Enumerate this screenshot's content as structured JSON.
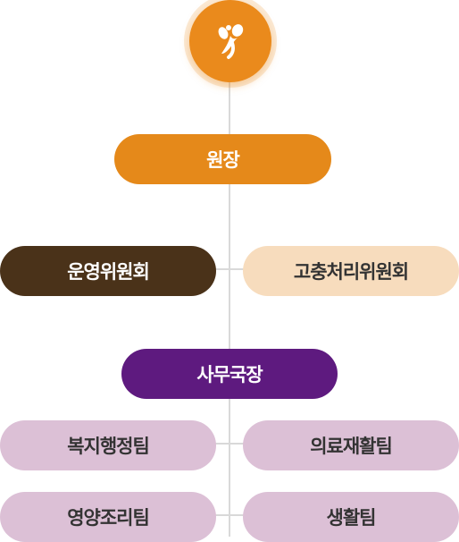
{
  "colors": {
    "director": "#e5891a",
    "committee_dark": "#4a3219",
    "committee_light": "#f7dcbd",
    "secretary": "#5e1a7f",
    "team": "#dcc0d6",
    "connector": "#d9d9d9"
  },
  "logo": {
    "icon": "flower-figure-icon"
  },
  "director": {
    "label": "원장"
  },
  "committees": {
    "operations": "운영위원회",
    "grievance": "고충처리위원회"
  },
  "secretary": {
    "label": "사무국장"
  },
  "teams": {
    "welfare_admin": "복지행정팀",
    "medical_rehab": "의료재활팀",
    "nutrition_cooking": "영양조리팀",
    "daily_living": "생활팀"
  }
}
